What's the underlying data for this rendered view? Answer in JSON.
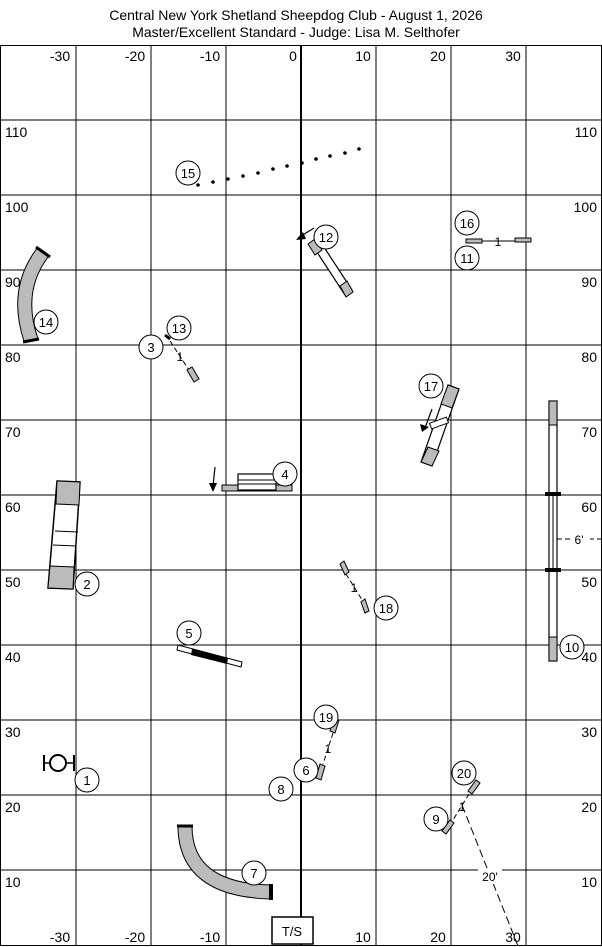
{
  "header": {
    "line1": "Central New York Shetland Sheepdog Club - August 1, 2026",
    "line2": "Master/Excellent Standard - Judge: Lisa M. Selthofer"
  },
  "axes": {
    "top_x": [
      "-30",
      "-20",
      "-10",
      "0",
      "10",
      "20",
      "30"
    ],
    "bottom_x": [
      "-30",
      "-20",
      "-10",
      "0",
      "10",
      "20",
      "30"
    ],
    "left_y": [
      "110",
      "100",
      "90",
      "80",
      "70",
      "60",
      "50",
      "40",
      "30",
      "20",
      "10"
    ],
    "right_y": [
      "110",
      "100",
      "90",
      "80",
      "70",
      "60",
      "50",
      "40",
      "30",
      "20",
      "10"
    ]
  },
  "start_label": "T/S",
  "numbers": {
    "n1": "1",
    "n2": "2",
    "n3": "3",
    "n4": "4",
    "n5": "5",
    "n6": "6",
    "n7": "7",
    "n8": "8",
    "n9": "9",
    "n10": "10",
    "n11": "11",
    "n12": "12",
    "n13": "13",
    "n14": "14",
    "n15": "15",
    "n16": "16",
    "n17": "17",
    "n18": "18",
    "n19": "19",
    "n20": "20"
  },
  "spacing": {
    "s_3_13": "1",
    "s_11_16": "1",
    "s_18": "1",
    "s_19": "1",
    "s_9_20": "1",
    "dist_20": "20'",
    "dist_10": "6'"
  },
  "colors": {
    "grid": "#000000",
    "obstacle_fill": "#bbbbbb",
    "tunnel_fill": "#bbbbbb",
    "weave_fill": "#000000"
  }
}
